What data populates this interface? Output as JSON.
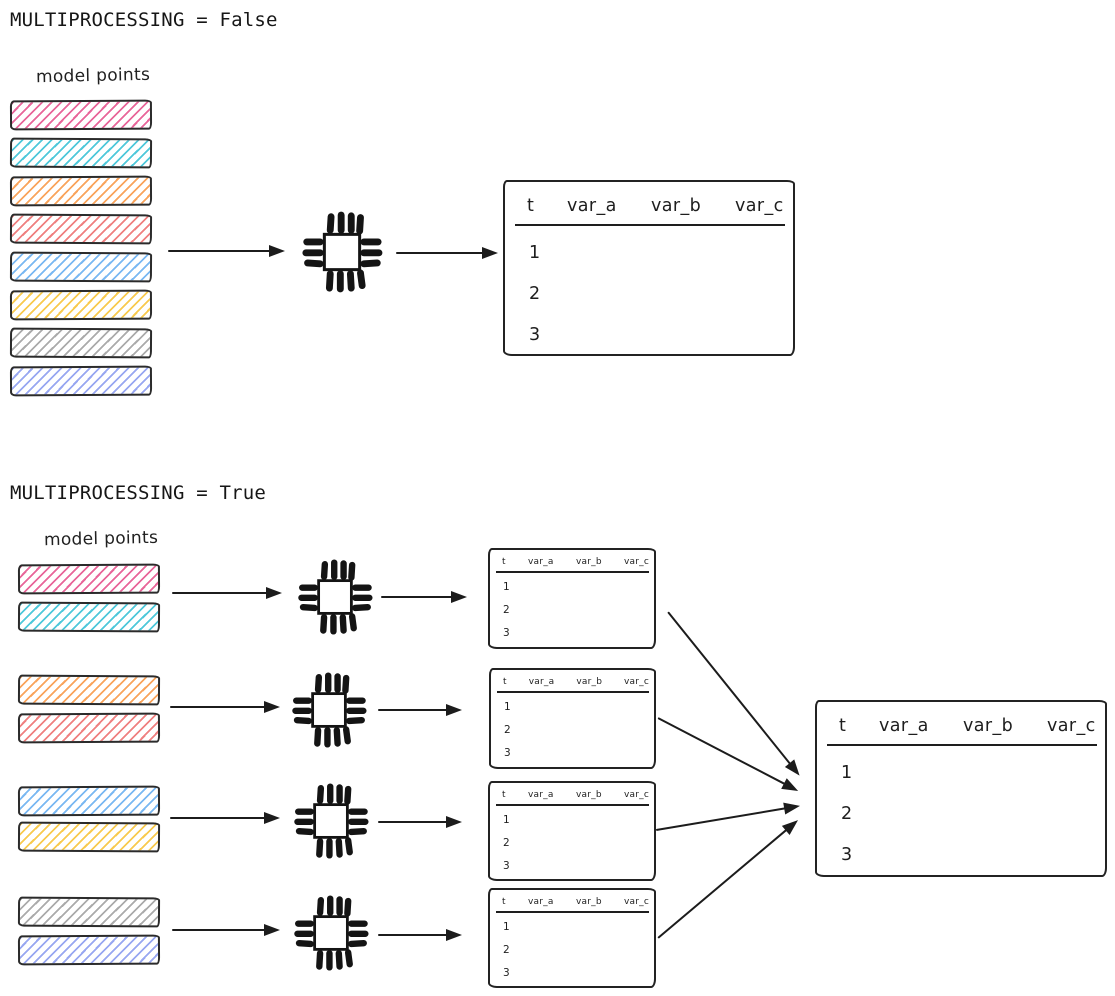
{
  "page": {
    "background": "#ffffff",
    "ink": "#1e1e1e"
  },
  "sections": {
    "single": {
      "title": "MULTIPROCESSING = False",
      "model_points_label": "model points",
      "bars": [
        "pink",
        "cyan",
        "orange",
        "salmon",
        "blue",
        "yellow",
        "gray",
        "periwinkle"
      ]
    },
    "multi": {
      "title": "MULTIPROCESSING = True",
      "model_points_label": "model points",
      "groups": [
        [
          "pink",
          "cyan"
        ],
        [
          "orange",
          "salmon"
        ],
        [
          "blue",
          "yellow"
        ],
        [
          "gray",
          "periwinkle"
        ]
      ]
    }
  },
  "table": {
    "headers": [
      "t",
      "var_a",
      "var_b",
      "var_c"
    ],
    "rows": [
      "1",
      "2",
      "3"
    ]
  },
  "colors": {
    "pink": "#e8669a",
    "cyan": "#4fc8da",
    "orange": "#f9a45c",
    "salmon": "#ef8080",
    "blue": "#7ab8f2",
    "yellow": "#f8ca4f",
    "gray": "#ababab",
    "periwinkle": "#98a7f1"
  },
  "icons": {
    "cpu": "cpu-chip"
  }
}
